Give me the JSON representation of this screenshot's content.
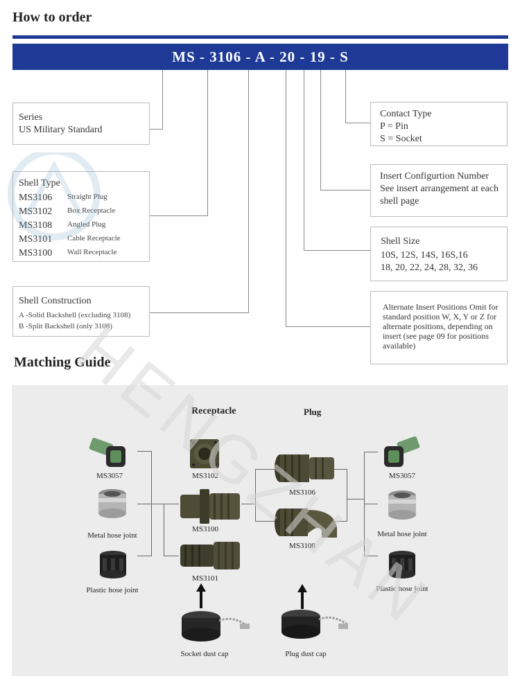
{
  "order": {
    "title": "How to order",
    "code": "MS - 3106 - A - 20 - 19 - S",
    "series": {
      "title": "Series",
      "value": "US Military Standard"
    },
    "shell_type": {
      "title": "Shell Type",
      "items": [
        {
          "code": "MS3106",
          "desc": "Straight Plug"
        },
        {
          "code": "MS3102",
          "desc": "Box Receptacle"
        },
        {
          "code": "MS3108",
          "desc": "Angled Plug"
        },
        {
          "code": "MS3101",
          "desc": "Cable Receptacle"
        },
        {
          "code": "MS3100",
          "desc": "Wall Receptacle"
        }
      ]
    },
    "shell_construction": {
      "title": "Shell Construction",
      "line1": "A -Solid Backshell (excluding 3108)",
      "line2": "B -Split Backshell (only 3108)"
    },
    "contact_type": {
      "title": "Contact Type",
      "line1": "P = Pin",
      "line2": "S = Socket"
    },
    "insert_config": {
      "title": "Insert Configurtion Number",
      "line1": "See insert arrangement at each",
      "line2": "shell page"
    },
    "shell_size": {
      "title": "Shell Size",
      "line1": "10S, 12S, 14S,  16S,16",
      "line2": "18, 20, 22, 24, 28, 32, 36"
    },
    "alternate": {
      "line1": "Alternate Insert Positions Omit for",
      "line2": "standard position W, X, Y or Z for",
      "line3": "alternate positions, depending on",
      "line4": "insert (see page 09 for positions",
      "line5": "available)"
    }
  },
  "matching": {
    "title": "Matching Guide",
    "receptacle_heading": "Receptacle",
    "plug_heading": "Plug",
    "left": {
      "ms3057": "MS3057",
      "metal": "Metal hose joint",
      "plastic": "Plastic hose joint"
    },
    "receptacles": {
      "ms3102": "MS3102",
      "ms3100": "MS3100",
      "ms3101": "MS3101"
    },
    "plugs": {
      "ms3106": "MS3106",
      "ms3108": "MS3108"
    },
    "right": {
      "ms3057": "MS3057",
      "metal": "Metal hose joint",
      "plastic": "Plastic hose joint"
    },
    "socket_cap": "Socket dust cap",
    "plug_cap": "Plug dust cap"
  },
  "watermark": "HENGZHAN",
  "colors": {
    "brand_blue": "#1e3a96",
    "panel_grey": "#ececed"
  }
}
